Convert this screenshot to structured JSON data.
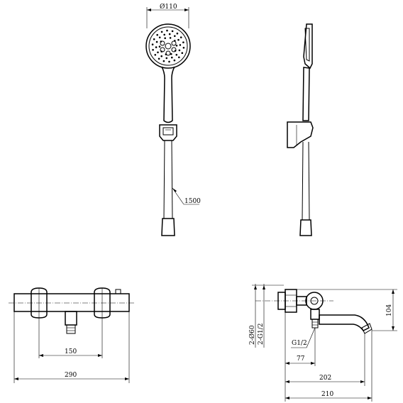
{
  "dimensions": {
    "head_diameter": "Ø110",
    "hose_length": "1500",
    "center_spacing": "150",
    "overall_width": "290",
    "outlet_diameter": "2-Ø60",
    "inlet_thread": "2-G1/2",
    "outlet_thread": "G1/2",
    "outlet_offset": "77",
    "spout_reach": "202",
    "total_depth": "210",
    "height": "104"
  }
}
